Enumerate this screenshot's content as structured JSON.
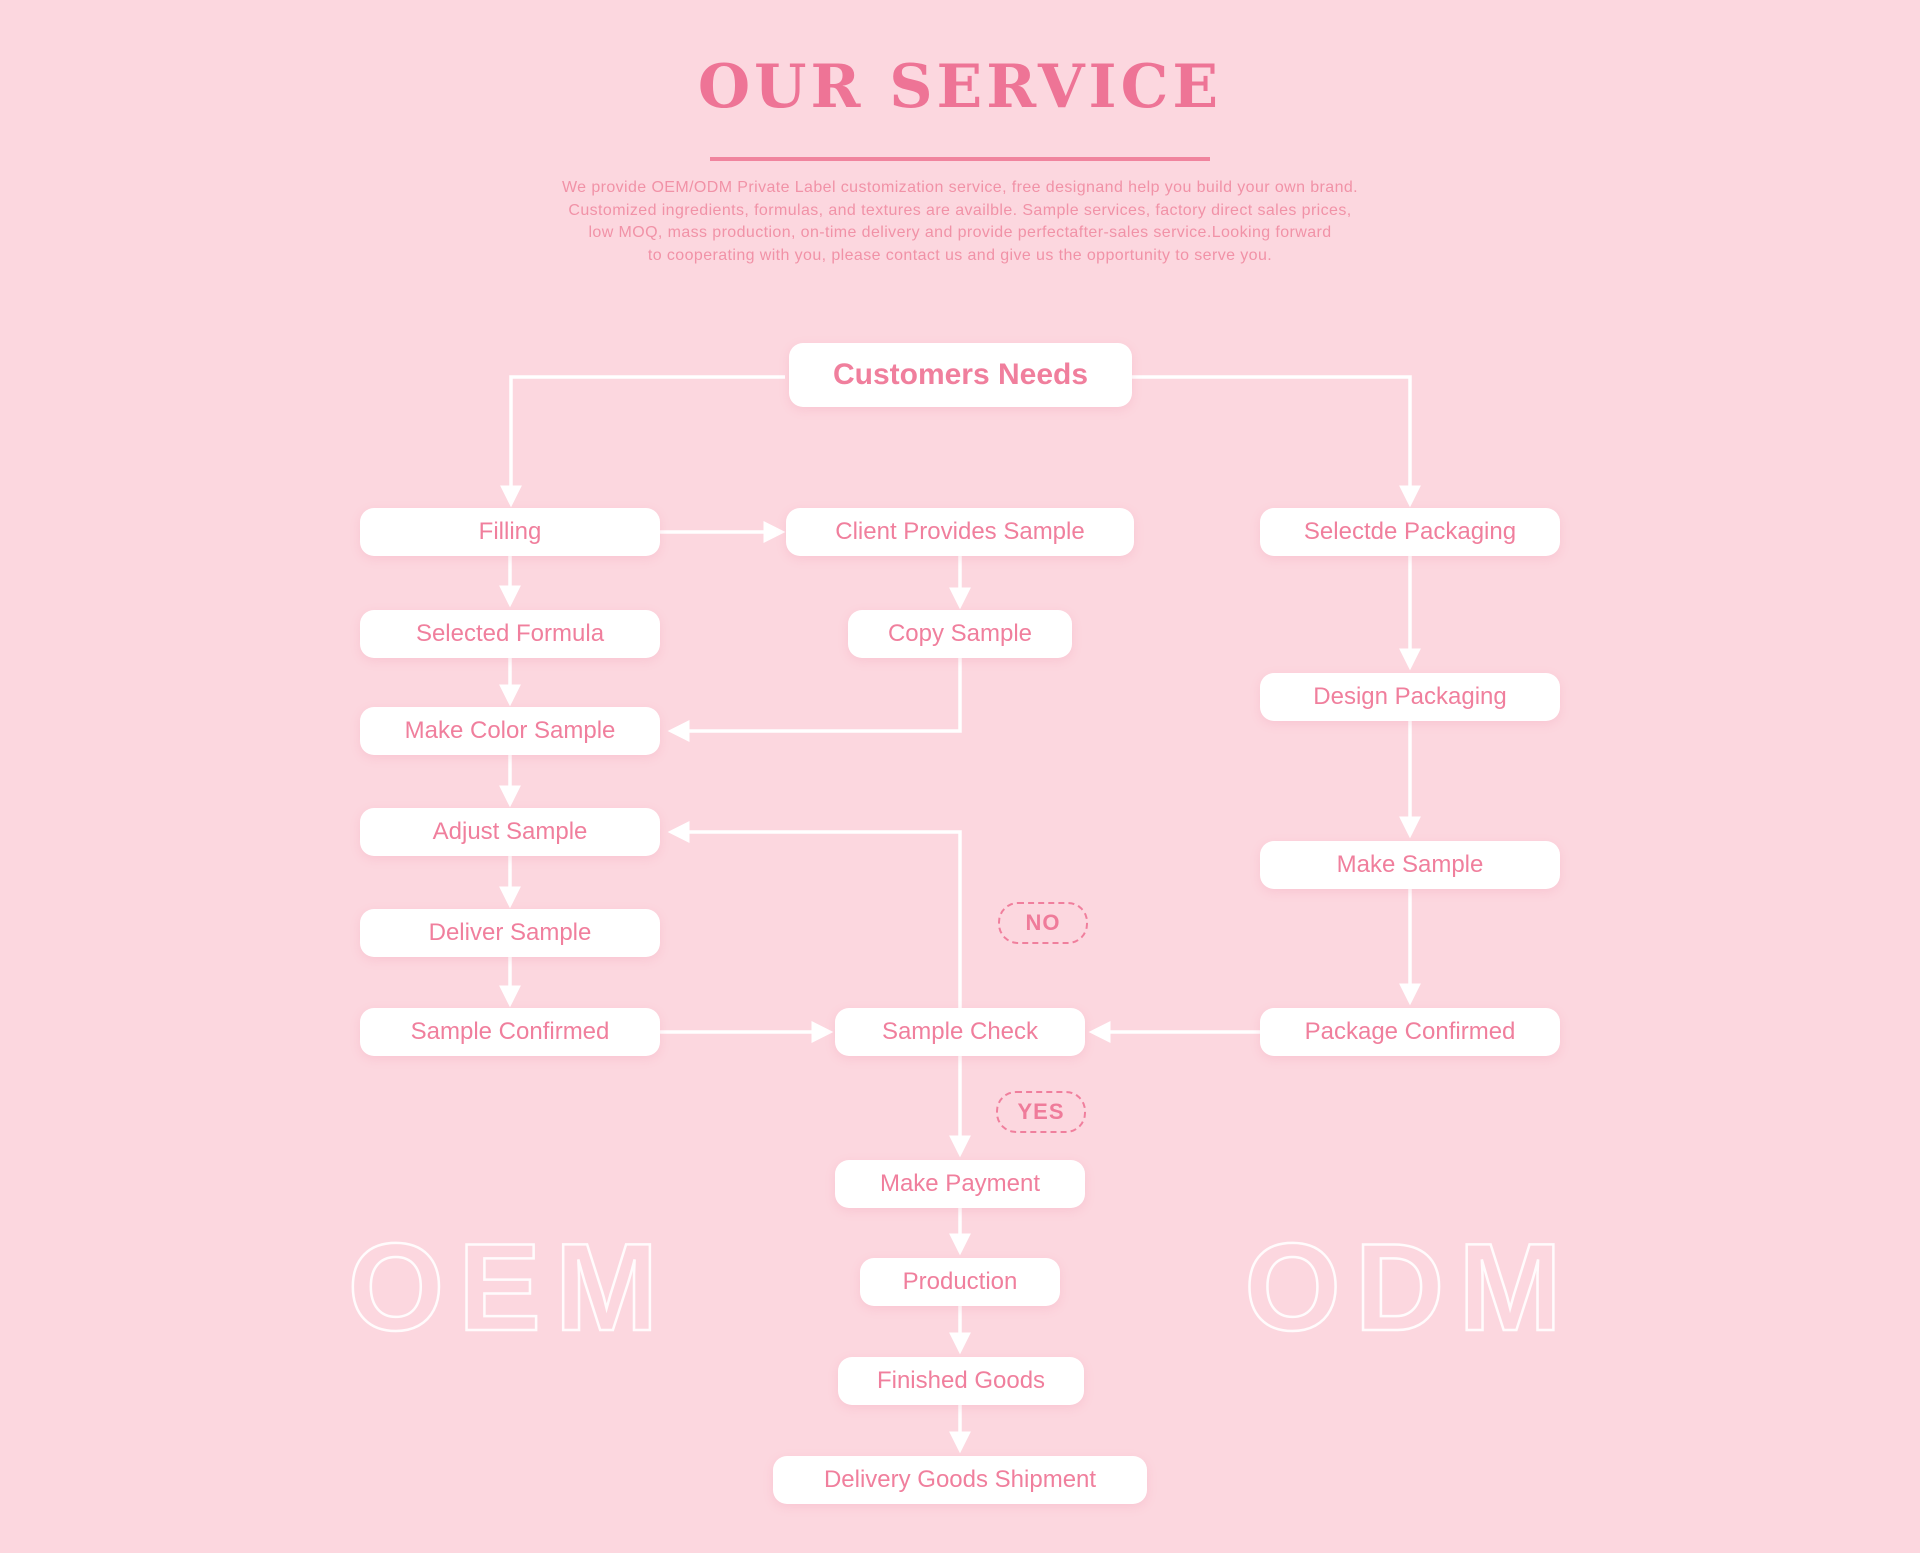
{
  "header": {
    "title": "OUR SERVICE",
    "description_lines": [
      "We provide OEM/ODM Private Label customization service, free designand help you build your own brand.",
      "Customized ingredients, formulas, and textures are availble. Sample services, factory direct sales prices,",
      "low MOQ, mass production, on-time delivery and provide perfectafter-sales service.Looking forward",
      "to cooperating with you, please contact us and give us the opportunity to serve you."
    ]
  },
  "flow": {
    "nodes": {
      "customers_needs": "Customers Needs",
      "filling": "Filling",
      "client_provides_sample": "Client Provides Sample",
      "selectde_packaging": "Selectde Packaging",
      "selected_formula": "Selected Formula",
      "copy_sample": "Copy Sample",
      "design_packaging": "Design Packaging",
      "make_color_sample": "Make Color Sample",
      "adjust_sample": "Adjust Sample",
      "make_sample": "Make Sample",
      "deliver_sample": "Deliver Sample",
      "sample_confirmed": "Sample Confirmed",
      "sample_check": "Sample Check",
      "package_confirmed": "Package Confirmed",
      "make_payment": "Make Payment",
      "production": "Production",
      "finished_goods": "Finished Goods",
      "delivery_goods_shipment": "Delivery Goods Shipment"
    },
    "decisions": {
      "no": "NO",
      "yes": "YES"
    },
    "watermarks": {
      "left": "OEM",
      "right": "ODM"
    }
  },
  "colors": {
    "background": "#FCD7DF",
    "node_fill": "#FFFFFF",
    "node_text": "#F07F9D",
    "title_text": "#EE7496",
    "paragraph_text": "#F192A7",
    "connector": "#FFFFFF"
  }
}
